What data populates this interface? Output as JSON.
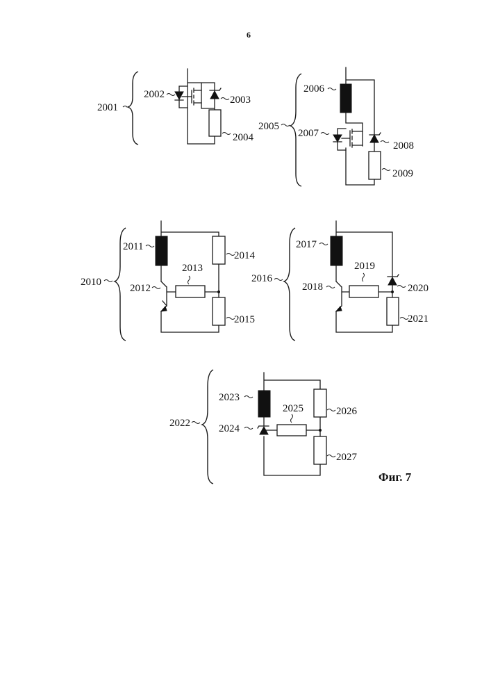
{
  "page_number": "6",
  "caption": "Фиг. 7",
  "labels": {
    "l2001": "2001",
    "l2002": "2002",
    "l2003": "2003",
    "l2004": "2004",
    "l2005": "2005",
    "l2006": "2006",
    "l2007": "2007",
    "l2008": "2008",
    "l2009": "2009",
    "l2010": "2010",
    "l2011": "2011",
    "l2012": "2012",
    "l2013": "2013",
    "l2014": "2014",
    "l2015": "2015",
    "l2016": "2016",
    "l2017": "2017",
    "l2018": "2018",
    "l2019": "2019",
    "l2020": "2020",
    "l2021": "2021",
    "l2022": "2022",
    "l2023": "2023",
    "l2024": "2024",
    "l2025": "2025",
    "l2026": "2026",
    "l2027": "2027"
  }
}
